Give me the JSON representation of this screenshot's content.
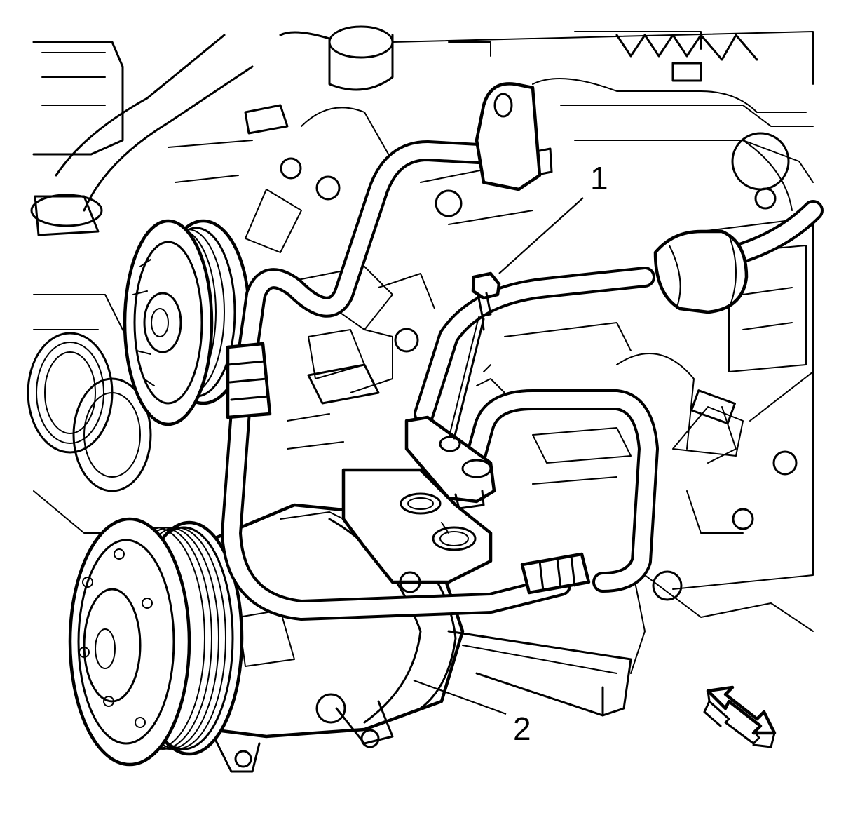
{
  "callouts": [
    {
      "id": "1",
      "label": "1"
    },
    {
      "id": "2",
      "label": "2"
    }
  ],
  "icons": {
    "direction_arrow": "front-direction-arrow-icon"
  },
  "colors": {
    "line": "#000000",
    "background": "#ffffff"
  }
}
